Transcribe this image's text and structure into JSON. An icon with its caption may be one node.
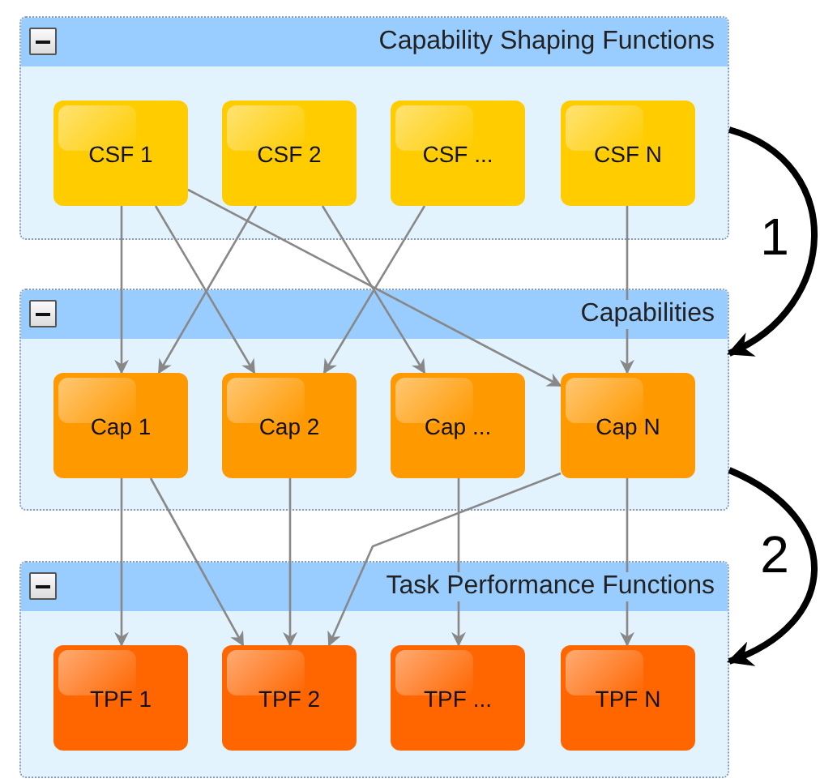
{
  "diagram": {
    "nodes": [
      {
        "text": [
          "Capability Shaping Functions"
        ]
      },
      {
        "text": [
          "CSF 1"
        ],
        "in": 0
      },
      {
        "text": [
          "CSF 2"
        ],
        "in": 0
      },
      {
        "text": [
          "CSF ..."
        ],
        "in": 0
      },
      {
        "text": [
          "CSF N"
        ],
        "in": 0
      },
      {
        "text": [
          "Capabilities"
        ]
      },
      {
        "text": [
          "Cap 1"
        ],
        "in": 5
      },
      {
        "text": [
          "Cap 2"
        ],
        "in": 5
      },
      {
        "text": [
          "Cap ..."
        ],
        "in": 5
      },
      {
        "text": [
          "Cap N"
        ],
        "in": 5
      },
      {
        "text": [
          "Task Performance Functions"
        ]
      },
      {
        "text": [
          "TPF 1"
        ],
        "in": 10
      },
      {
        "text": [
          "TPF 2"
        ],
        "in": 10
      },
      {
        "text": [
          "TPF ..."
        ],
        "in": 10
      },
      {
        "text": [
          "TPF N"
        ],
        "in": 10
      }
    ],
    "edges": [
      {
        "from": 1,
        "to": 6,
        "arrow": "to"
      },
      {
        "from": 1,
        "to": 7,
        "arrow": "to"
      },
      {
        "from": 1,
        "to": 9,
        "arrow": "to"
      },
      {
        "from": 2,
        "to": 6,
        "arrow": "to"
      },
      {
        "from": 2,
        "to": 8,
        "arrow": "to"
      },
      {
        "from": 3,
        "to": 7,
        "arrow": "to"
      },
      {
        "from": 4,
        "to": 9,
        "arrow": "to"
      },
      {
        "from": 6,
        "to": 11,
        "arrow": "to"
      },
      {
        "from": 6,
        "to": 12,
        "arrow": "to"
      },
      {
        "from": 7,
        "to": 12,
        "arrow": "to"
      },
      {
        "from": 8,
        "to": 13,
        "arrow": "to"
      },
      {
        "from": 9,
        "to": 12,
        "arrow": "to"
      },
      {
        "from": 9,
        "to": 14,
        "arrow": "to"
      },
      {
        "from": 0,
        "to": 5,
        "arrow": "to",
        "label": "1",
        "style": "thick",
        "color": "#000000"
      },
      {
        "from": 5,
        "to": 10,
        "arrow": "to",
        "label": "2",
        "style": "thick",
        "color": "#000000"
      }
    ]
  }
}
